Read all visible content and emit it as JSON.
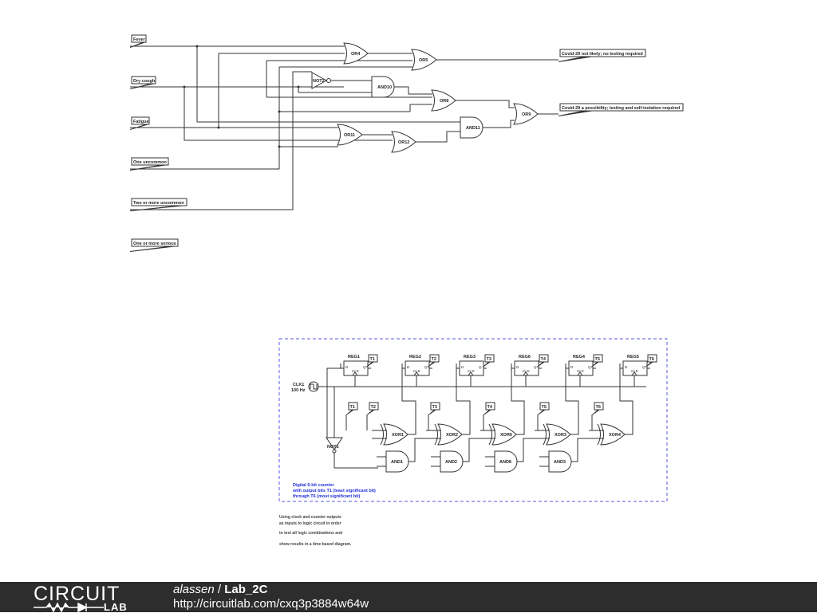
{
  "inputs": {
    "fever": "Fever",
    "dry_cough": "Dry cough",
    "fatigue": "Fatigue",
    "one_uncommon": "One uncommon",
    "two_uncommon": "Two or more uncommon",
    "one_serious": "One or more serious"
  },
  "outputs": {
    "not_likely": "Covid-29 not likely; no testing required",
    "possibility": "Covid-29 a possibility; testing and self-isolation required"
  },
  "gates": {
    "or4": "OR4",
    "or5": "OR5",
    "not2": "NOT2",
    "and10": "AND10",
    "or8": "OR8",
    "or9": "OR9",
    "and11": "AND11",
    "or11": "OR11",
    "or12": "OR12"
  },
  "counter": {
    "clk_name": "CLK1",
    "clk_freq": "100 Hz",
    "registers": [
      "REG1",
      "REG2",
      "REG3",
      "REG6",
      "REG4",
      "REG5"
    ],
    "top_ports": [
      "T1",
      "T2",
      "T3",
      "T4",
      "T5",
      "T6"
    ],
    "lower_ports": [
      "T1",
      "T2",
      "T3",
      "T4",
      "T5",
      "T6"
    ],
    "pin_d": "D",
    "pin_q": "Q",
    "pin_clk": "CLK",
    "not_gate": "NOT1",
    "xor_gates": [
      "XOR1",
      "XOR2",
      "XOR6",
      "XOR3",
      "XOR4"
    ],
    "and_gates": [
      "AND1",
      "AND2",
      "AND8",
      "AND3"
    ],
    "caption": [
      "Digital 6-bit counter",
      "with output bits T1 (least significant bit)",
      "through T6 (most significant bit)"
    ]
  },
  "notes": [
    "Using clock and counter outputs",
    "as inputs to logic circuit in order",
    "to test all logic combinations and",
    "show results in a time based diagram."
  ],
  "footer": {
    "logo_top": "CIRCUIT",
    "logo_bottom": "LAB",
    "user": "alassen",
    "separator": " / ",
    "project": "Lab_2C",
    "url": "http://circuitlab.com/cxq3p3884w64w"
  },
  "colors": {
    "footer_bg": "#2d2d2d",
    "wire": "#333333",
    "dashed_box": "#5a5ae6",
    "caption_blue": "#1f2fd6"
  }
}
